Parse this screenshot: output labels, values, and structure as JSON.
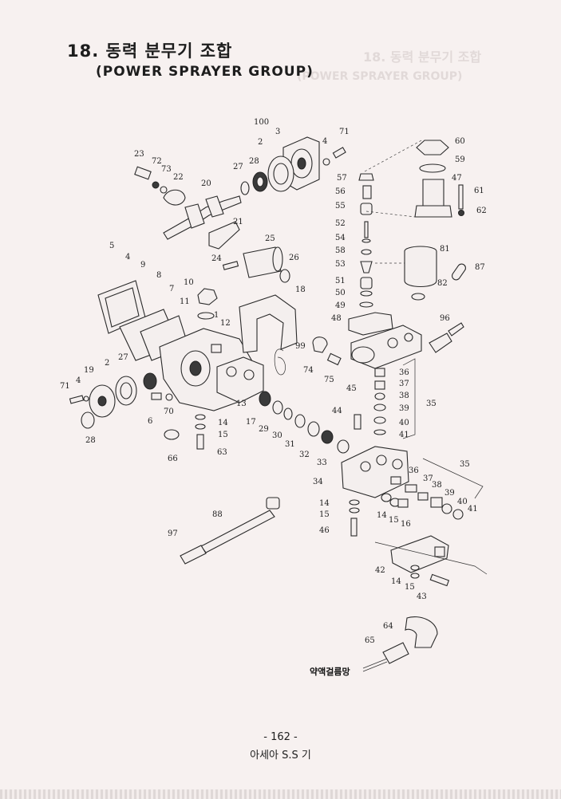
{
  "header": {
    "title_ko": "18. 동력 분무기 조합",
    "title_en": "(POWER SPRAYER GROUP)"
  },
  "show_through": {
    "title_ko": "18. 동력 분무기 조합",
    "title_en": "(POWER SPRAYER GROUP)"
  },
  "callouts": [
    "100",
    "3",
    "71",
    "2",
    "4",
    "60",
    "59",
    "23",
    "72",
    "73",
    "22",
    "27",
    "28",
    "57",
    "47",
    "61",
    "56",
    "62",
    "55",
    "20",
    "21",
    "52",
    "25",
    "54",
    "58",
    "26",
    "24",
    "53",
    "81",
    "87",
    "5",
    "4",
    "9",
    "51",
    "10",
    "50",
    "82",
    "8",
    "7",
    "11",
    "49",
    "18",
    "12",
    "1",
    "48",
    "96",
    "99",
    "27",
    "19",
    "2",
    "74",
    "75",
    "45",
    "71",
    "4",
    "36",
    "37",
    "38",
    "35",
    "39",
    "13",
    "17",
    "44",
    "40",
    "41",
    "6",
    "70",
    "29",
    "30",
    "14",
    "31",
    "28",
    "15",
    "32",
    "36",
    "66",
    "63",
    "33",
    "37",
    "35",
    "38",
    "39",
    "34",
    "40",
    "14",
    "41",
    "88",
    "15",
    "14",
    "16",
    "46",
    "15",
    "97",
    "42",
    "14",
    "15",
    "43",
    "64",
    "65"
  ],
  "strainer_label": "약액걸름망",
  "footer": {
    "page_number": "- 162 -",
    "publisher": "아세아 S.S 기"
  }
}
